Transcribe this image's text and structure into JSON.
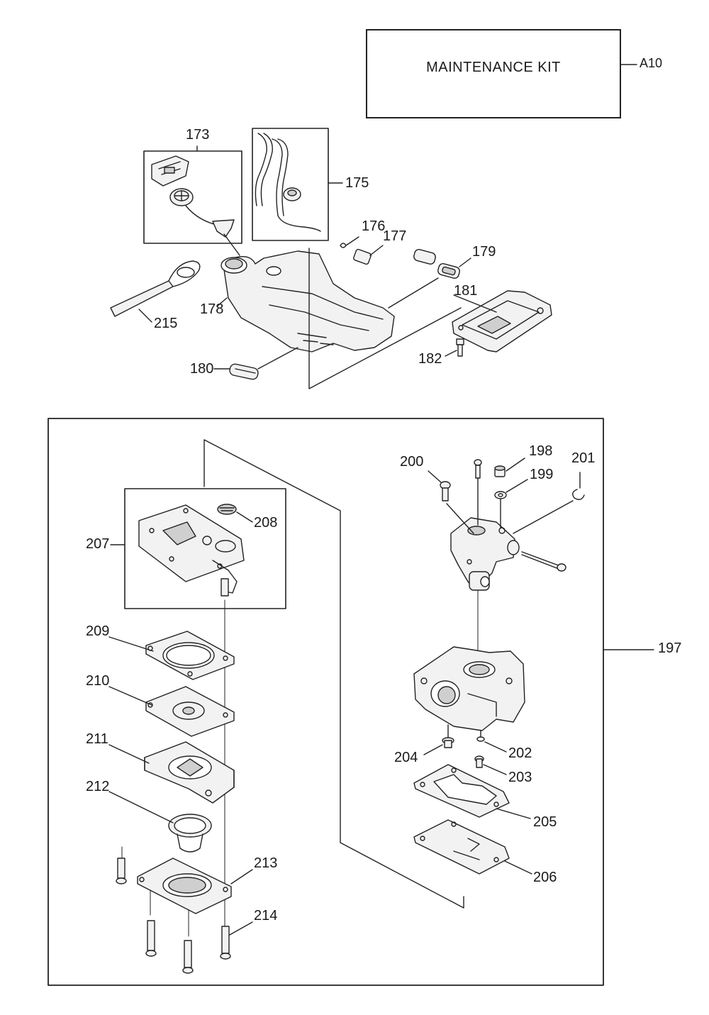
{
  "kit": {
    "label": "MAINTENANCE KIT",
    "code": "A10"
  },
  "callouts": {
    "c173": "173",
    "c175": "175",
    "c176": "176",
    "c177": "177",
    "c178": "178",
    "c179": "179",
    "c180": "180",
    "c181": "181",
    "c182": "182",
    "c215": "215",
    "c197": "197",
    "c198": "198",
    "c199": "199",
    "c200": "200",
    "c201": "201",
    "c202": "202",
    "c203": "203",
    "c204": "204",
    "c205": "205",
    "c206": "206",
    "c207": "207",
    "c208": "208",
    "c209": "209",
    "c210": "210",
    "c211": "211",
    "c212": "212",
    "c213": "213",
    "c214": "214"
  },
  "colors": {
    "line": "#222222",
    "part_fill": "#f2f2f2",
    "shade": "#cfcfcf"
  }
}
